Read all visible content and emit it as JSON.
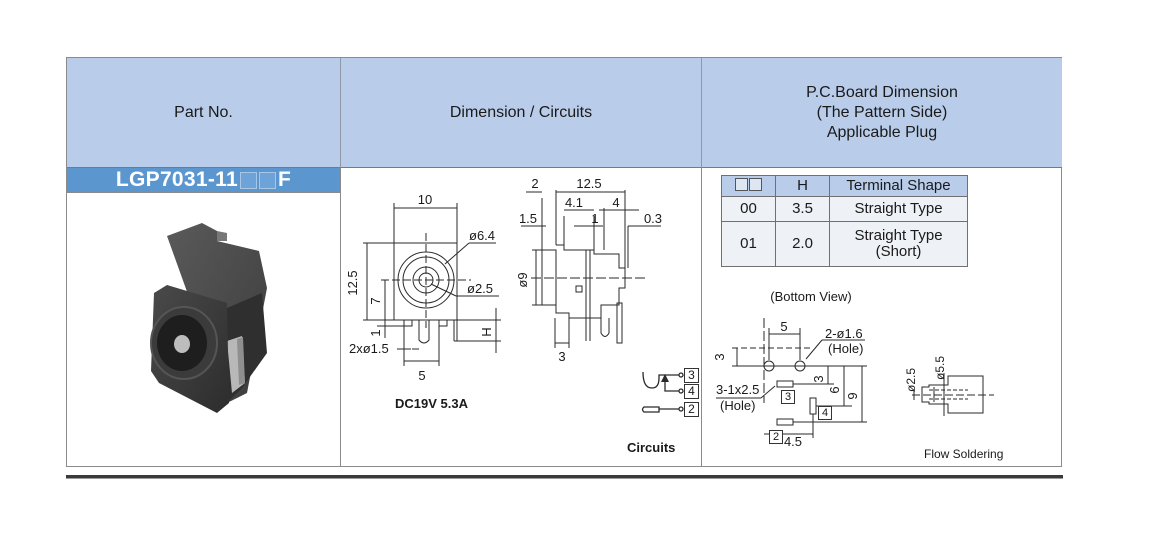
{
  "headers": {
    "part_no": "Part No.",
    "dimension": "Dimension / Circuits",
    "pcb_line1": "P.C.Board Dimension",
    "pcb_line2": "(The Pattern Side)",
    "pcb_line3": "Applicable Plug"
  },
  "part": {
    "number_prefix": "LGP7031-11",
    "number_suffix": "F",
    "photo_icon": "dc-power-jack-photo"
  },
  "front_view": {
    "width": "10",
    "height": "12.5",
    "center_height": "7",
    "outer_dia": "ø6.4",
    "pin_dia": "ø2.5",
    "pin_offset": "1",
    "holes": "2xø1.5",
    "pitch": "5",
    "terminal_height": "H",
    "rating": "DC19V 5.3A"
  },
  "side_view": {
    "d_2": "2",
    "d_12_5": "12.5",
    "d_4_1": "4.1",
    "d_4": "4",
    "d_1_5": "1.5",
    "d_1": "1",
    "d_0_3": "0.3",
    "d_dia9": "ø9",
    "d_3": "3"
  },
  "circuits": {
    "label": "Circuits",
    "terminals": [
      "3",
      "4",
      "2"
    ]
  },
  "terminal_table": {
    "headers": [
      "",
      "H",
      "Terminal Shape"
    ],
    "rows": [
      {
        "code": "00",
        "h": "3.5",
        "shape": "Straight Type",
        "shape2": ""
      },
      {
        "code": "01",
        "h": "2.0",
        "shape": "Straight Type",
        "shape2": "(Short)"
      }
    ]
  },
  "bottom_view": {
    "title": "(Bottom View)",
    "d_5": "5",
    "d_3_top": "3",
    "holes_label": "2-ø1.6",
    "holes_note": "(Hole)",
    "slots_label": "3-1x2.5",
    "slots_note": "(Hole)",
    "d_3": "3",
    "d_6": "6",
    "d_9": "9",
    "d_4_5": "4.5",
    "pin_labels": [
      "3",
      "4",
      "2"
    ]
  },
  "plug": {
    "d_inner": "ø2.5",
    "d_outer": "ø5.5",
    "label": "Flow Soldering"
  },
  "colors": {
    "header_bg": "#b9cdea",
    "part_band": "#5b96cf"
  }
}
